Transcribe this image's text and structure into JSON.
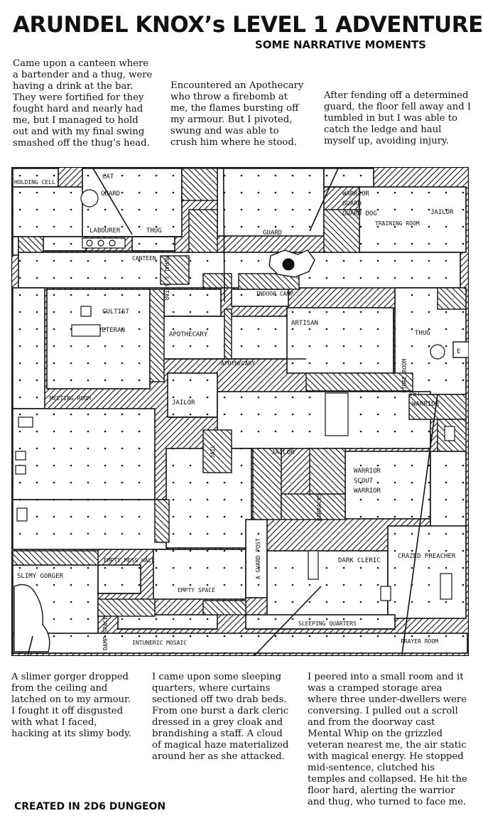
{
  "header": {
    "title": "ARUNDEL KNOX’s LEVEL 1 ADVENTURE",
    "subtitle": "SOME NARRATIVE MOMENTS"
  },
  "narratives": {
    "canteen": "Came upon a canteen where a bartender and a thug, were having a drink at the bar. They were fortified for they fought hard and nearly had me, but I managed to hold out and with my final swing smashed off the thug’s head.",
    "apothecary": "Encountered an Apothecary who throw a firebomb at me, the flames bursting off my armour. But I pivoted, swung and was able to crush him where he stood.",
    "guard": "After fending off a determined guard, the floor fell away and I tumbled in but I was able to catch the ledge and haul myself up, avoiding injury.",
    "slimer": "A slimer gorger dropped from the ceiling and latched on to my armour. I fought it off disgusted with what I faced, hacking at its slimy body.",
    "sleeping": "I came upon some sleeping quarters, where curtains sectioned off two drab beds. From one burst a dark cleric dressed in a grey cloak and brandishing a staff. A cloud of magical haze materialized around her as she attacked.",
    "storage": "I peered into a small room and it was a cramped storage area where three under-dwellers were conversing. I pulled out a scroll and from the doorway cast Mental Whip on the grizzled veteran nearest me, the air static with magical energy. He stopped mid-sentence, clutched his temples and collapsed. He hit the floor hard, alerting the warrior and thug, who turned to face me."
  },
  "map": {
    "rooms": {
      "holding_cell": "HOLDING CELL",
      "canteen": "CANTEEN",
      "indoor_camp": "INDOOR CAMP",
      "training_room": "TRAINING ROOM",
      "meeting_room": "MEETING ROOM",
      "apothecary": "APOTHECARY",
      "store_room": "STORE ROOM",
      "jail": "JAIL",
      "barracks": "BARRACKS",
      "guard_post": "A GUARD POST",
      "empty_mess_hall": "EMPTY MESS HALL",
      "empty_space": "EMPTY SPACE",
      "sleeping_quarters": "SLEEPING QUARTERS",
      "damp_space": "DAMP SPACE",
      "intunertic_mosaic": "INTUNERIC MOSAIC",
      "prayer_room": "PRAYER ROOM",
      "mural": "MURAL & ALTAR"
    },
    "monsters": {
      "cat": "CAT",
      "guard_top": "GUARD",
      "labourer": "LABOURER",
      "thug_top": "THUG",
      "warrior_top": "WARRIOR",
      "guard_right": "GUARD",
      "guard_dog": "GUARD DOG",
      "jailor_right": "JAILOR",
      "guard_center": "GUARD",
      "cultist": "CULTIST",
      "veteran": "VETERAN",
      "apothecary": "APOTHECARY",
      "artisan": "ARTISAN",
      "thug_right": "THUG",
      "jailor_left": "JAILOR",
      "jailor_mid": "JAILOR",
      "vet": "VET",
      "warrior_mid": "WARRIOR",
      "warrior_low": "WARRIOR",
      "scout": "SCOUT",
      "warrior_low2": "WARRIOR",
      "slimy_gorger": "SLIMY GORGER",
      "dark_cleric": "DARK CLERIC",
      "crazed_preacher": "CRAZED PREACHER"
    },
    "exit_marker": "E"
  },
  "footer": "CREATED IN 2D6 DUNGEON"
}
